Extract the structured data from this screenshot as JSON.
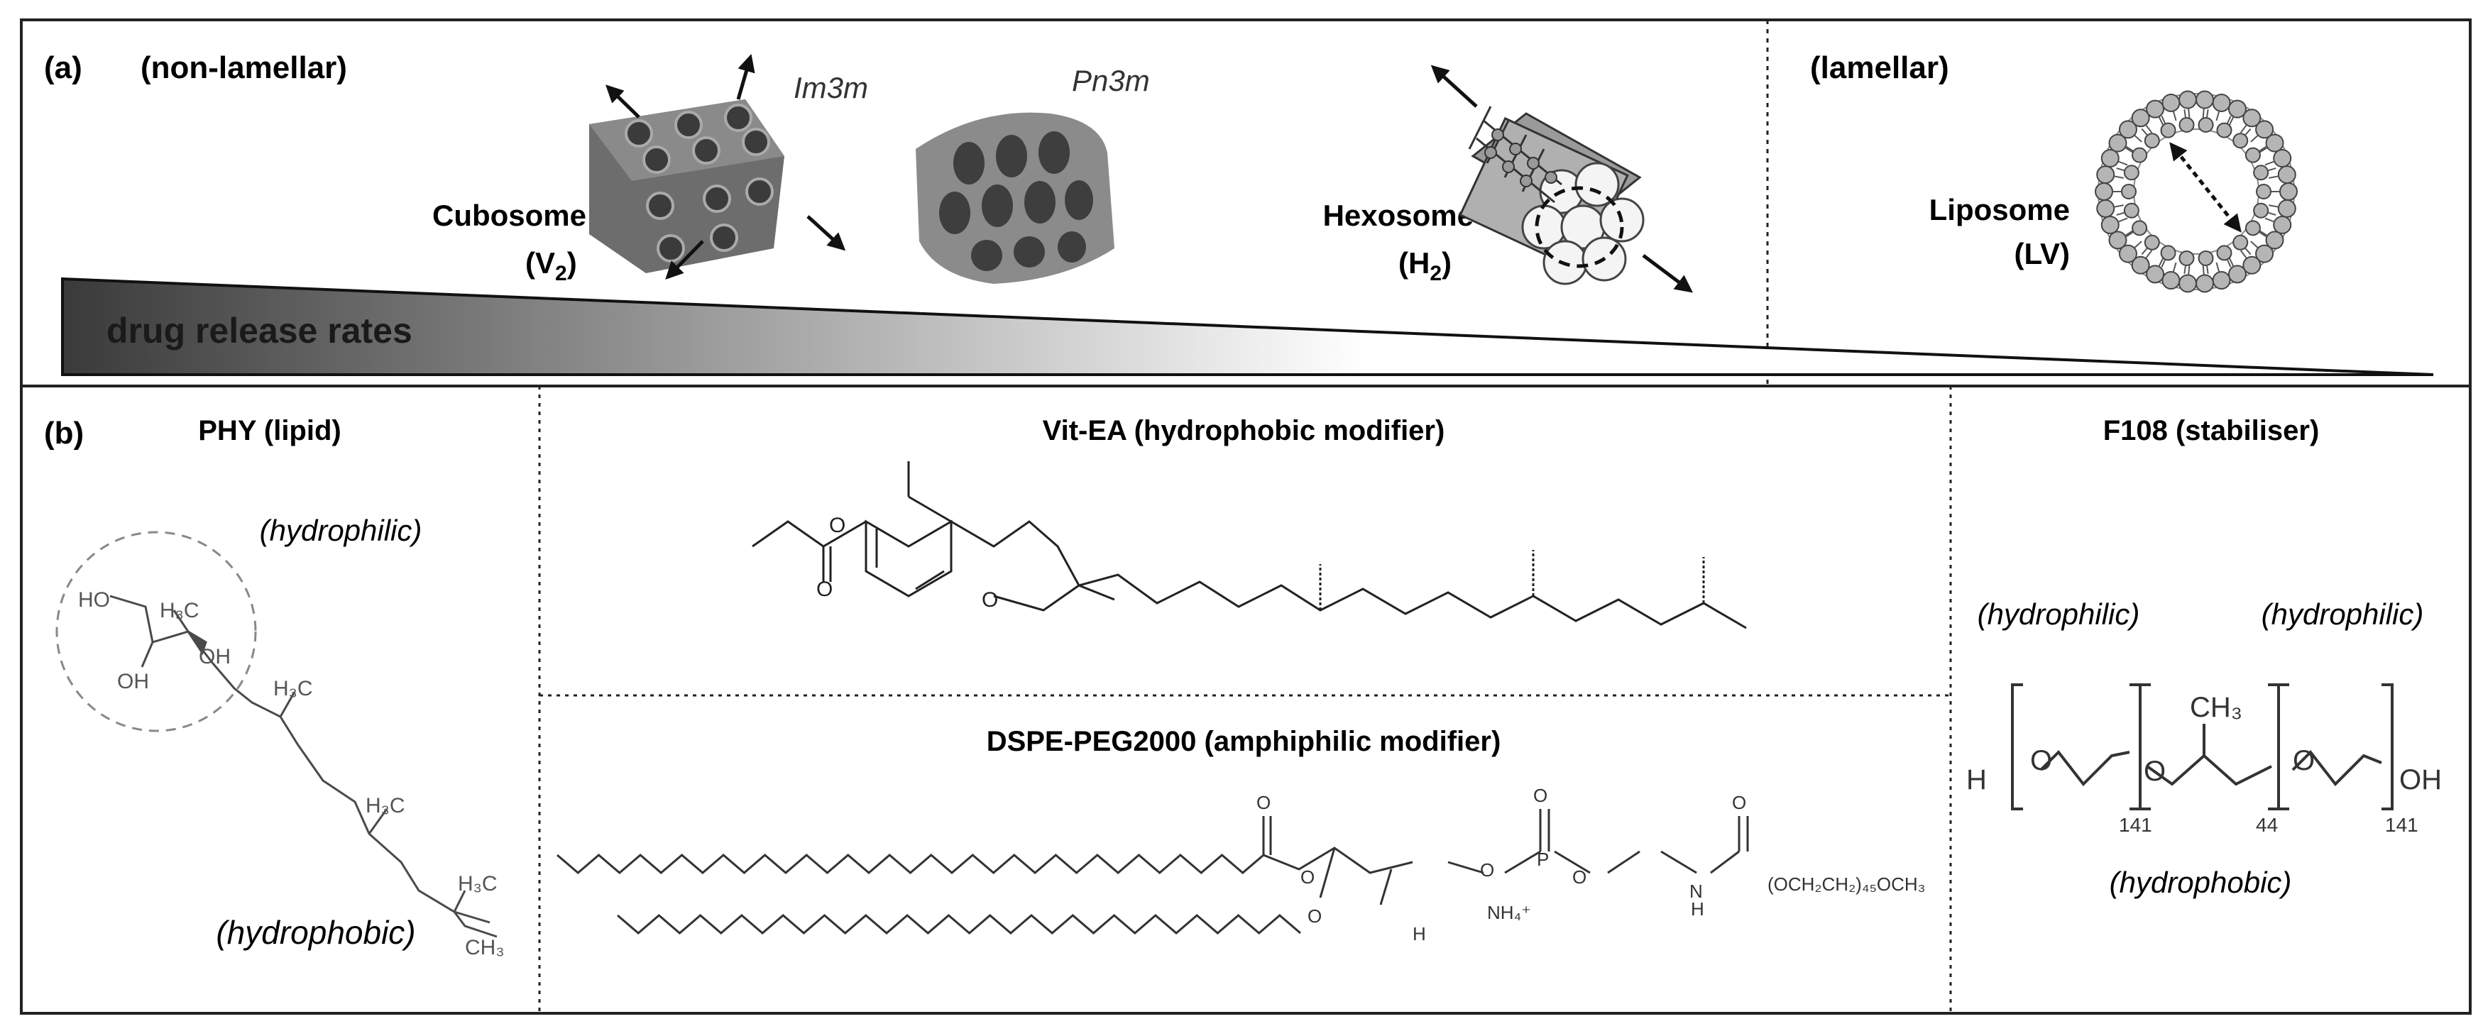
{
  "panel_a": {
    "label": "(a)",
    "non_lamellar": "(non-lamellar)",
    "lamellar": "(lamellar)",
    "im3m": "Im3m",
    "pn3m": "Pn3m",
    "cubosome": "Cubosome",
    "cubosome_sym": "(V",
    "cubosome_sub": "2",
    "hexosome": "Hexosome",
    "hexosome_sym": "(H",
    "hexosome_sub": "2",
    "liposome": "Liposome",
    "liposome_sym": "(LV)",
    "drug_release": "drug release rates"
  },
  "panel_b": {
    "label": "(b)",
    "phy": {
      "title": "PHY (lipid)",
      "hydrophilic": "(hydrophilic)",
      "hydrophobic": "(hydrophobic)"
    },
    "vitea": {
      "title": "Vit-EA (hydrophobic modifier)"
    },
    "dspe": {
      "title": "DSPE-PEG2000 (amphiphilic modifier)",
      "peg": "(OCH₂CH₂)₄₅OCH₃",
      "nh": "NH₄⁺",
      "h": "H",
      "nhl": "N",
      "nhh": "H",
      "o1": "O",
      "o2": "O",
      "o3": "O"
    },
    "f108": {
      "title": "F108 (stabiliser)",
      "hydrophilic_left": "(hydrophilic)",
      "hydrophilic_right": "(hydrophilic)",
      "hydrophobic": "(hydrophobic)",
      "n1": "141",
      "n2": "44",
      "n3": "141",
      "ho": "H",
      "oh": "OH",
      "ch3": "CH₃",
      "o": "O"
    }
  },
  "colors": {
    "border": "#222222",
    "gradient_dark": "#3a3a3a",
    "gradient_light": "#ffffff",
    "structure": "#4a4a4a",
    "ball": "#b5b5b5"
  }
}
